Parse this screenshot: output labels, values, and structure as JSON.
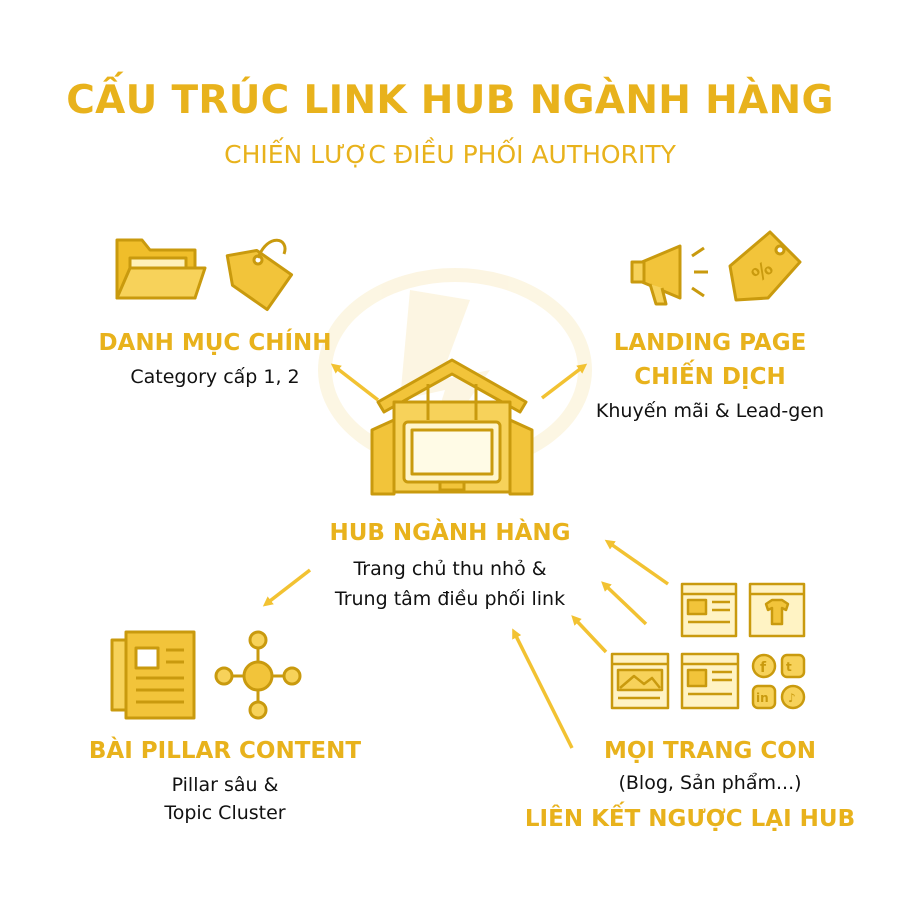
{
  "title": "CẤU TRÚC LINK HUB NGÀNH HÀNG",
  "subtitle": "CHIẾN LƯỢC ĐIỀU PHỐI AUTHORITY",
  "colors": {
    "accent": "#E8B21C",
    "accent_light": "#F7D86A",
    "text": "#111111"
  },
  "center": {
    "heading": "HUB NGÀNH HÀNG",
    "line1": "Trang chủ thu nhỏ &",
    "line2": "Trung tâm điều phối link"
  },
  "top_left": {
    "heading": "DANH MỤC CHÍNH",
    "line1": "Category cấp 1, 2",
    "icons": [
      "folder-icon",
      "tag-icon"
    ]
  },
  "top_right": {
    "heading_line1": "LANDING PAGE",
    "heading_line2": "CHIẾN DỊCH",
    "line1": "Khuyến mãi & Lead-gen",
    "icons": [
      "megaphone-icon",
      "discount-tag-icon"
    ]
  },
  "bottom_left": {
    "heading": "BÀI PILLAR CONTENT",
    "line1": "Pillar sâu &",
    "line2": "Topic Cluster",
    "icons": [
      "document-icon",
      "network-icon"
    ]
  },
  "bottom_right": {
    "heading": "MỌI TRANG CON",
    "line1": "(Blog, Sản phẩm...)",
    "footer": "LIÊN KẾT NGƯỢC LẠI HUB",
    "icons": [
      "web-page-icon",
      "product-page-icon",
      "image-page-icon",
      "social-icons"
    ]
  }
}
